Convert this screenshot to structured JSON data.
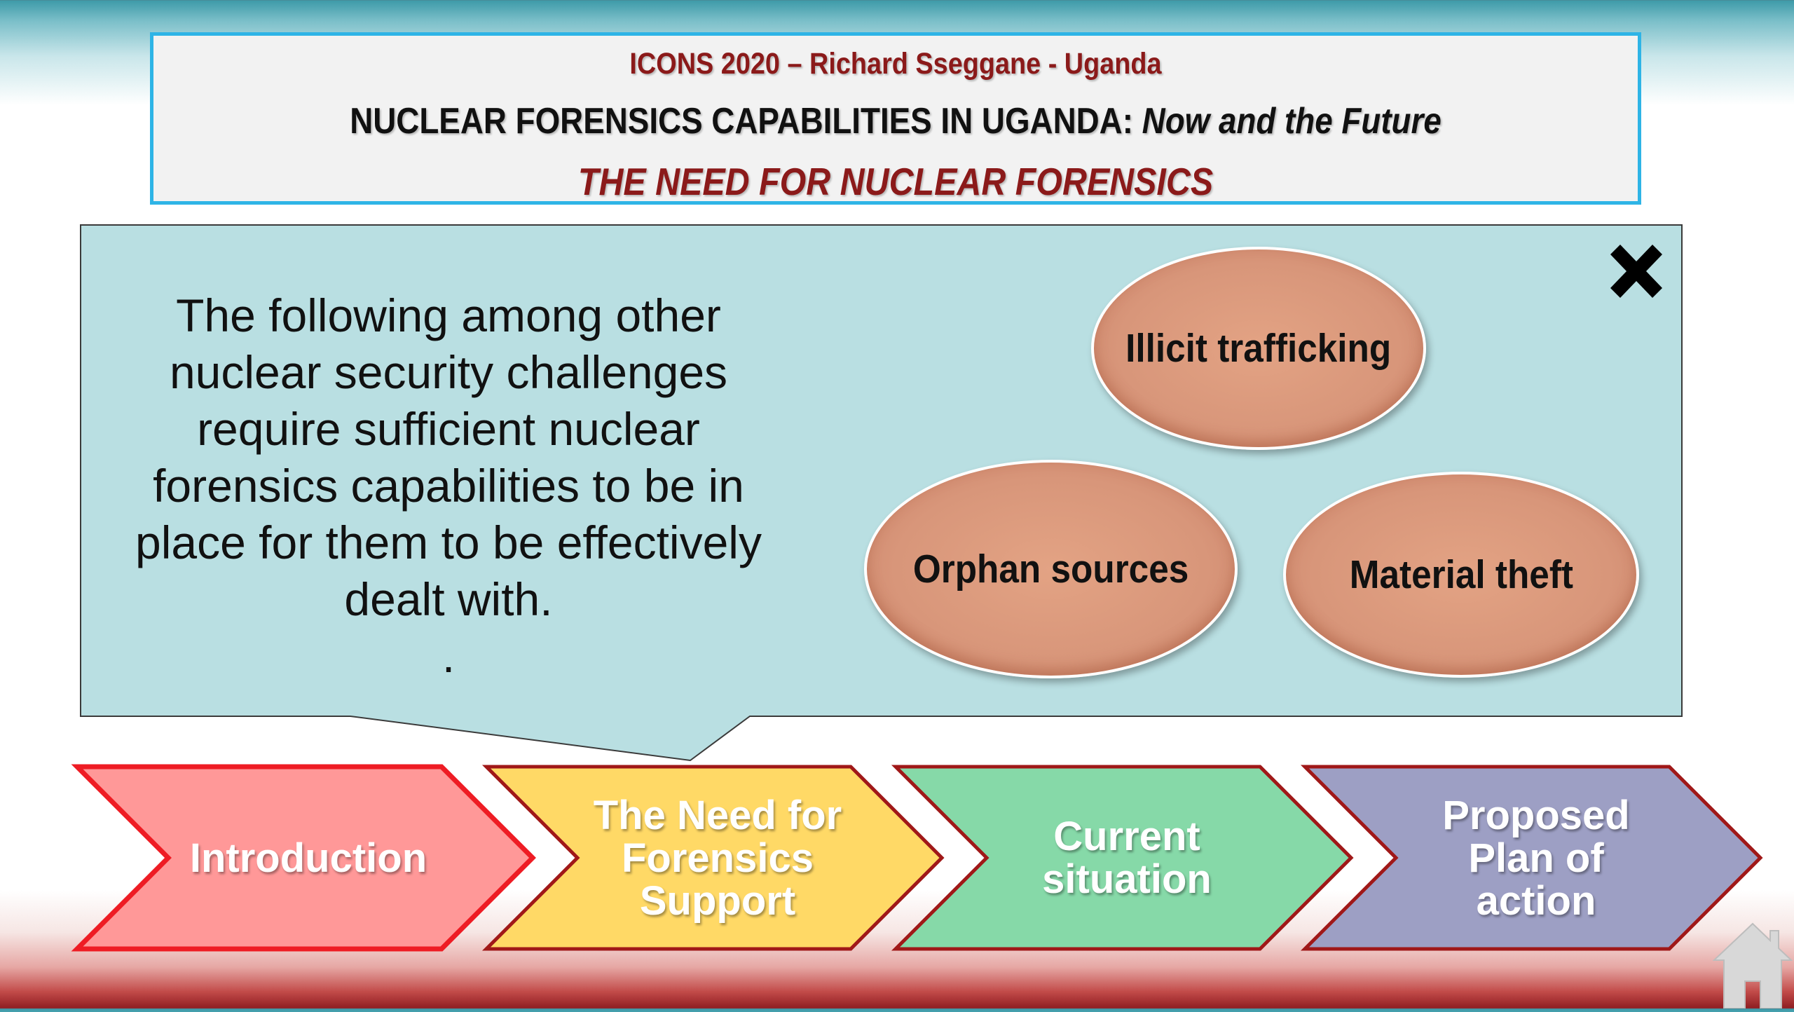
{
  "header": {
    "subtitle": "ICONS 2020 – Richard Sseggane - Uganda",
    "title_main": "NUCLEAR FORENSICS CAPABILITIES IN UGANDA: ",
    "title_italic": "Now and the Future",
    "section_title": "THE NEED FOR NUCLEAR FORENSICS"
  },
  "callout": {
    "lines": [
      "The following among other",
      "nuclear security challenges",
      "require sufficient nuclear",
      "forensics capabilities to be in",
      "place for them to be effectively",
      "dealt with.",
      "."
    ],
    "close_icon": "close-x-icon"
  },
  "challenges": [
    {
      "label": "Illicit trafficking"
    },
    {
      "label": "Orphan sources"
    },
    {
      "label": "Material theft"
    }
  ],
  "nav": {
    "items": [
      {
        "lines": [
          "Introduction"
        ],
        "fill": "#ff9898",
        "stroke": "#ee1c24"
      },
      {
        "lines": [
          "The Need for",
          "Forensics",
          "Support"
        ],
        "fill": "#ffd966",
        "stroke": "#a01818"
      },
      {
        "lines": [
          "Current",
          "situation"
        ],
        "fill": "#86d9a8",
        "stroke": "#a01818"
      },
      {
        "lines": [
          "Proposed",
          "Plan of",
          "action"
        ],
        "fill": "#9d9fc4",
        "stroke": "#a01818"
      }
    ]
  },
  "colors": {
    "header_border": "#2eb4e6",
    "callout_fill": "#b9dfe2",
    "ellipse_fill": "#d8967a",
    "accent_red": "#8b1a1a"
  }
}
